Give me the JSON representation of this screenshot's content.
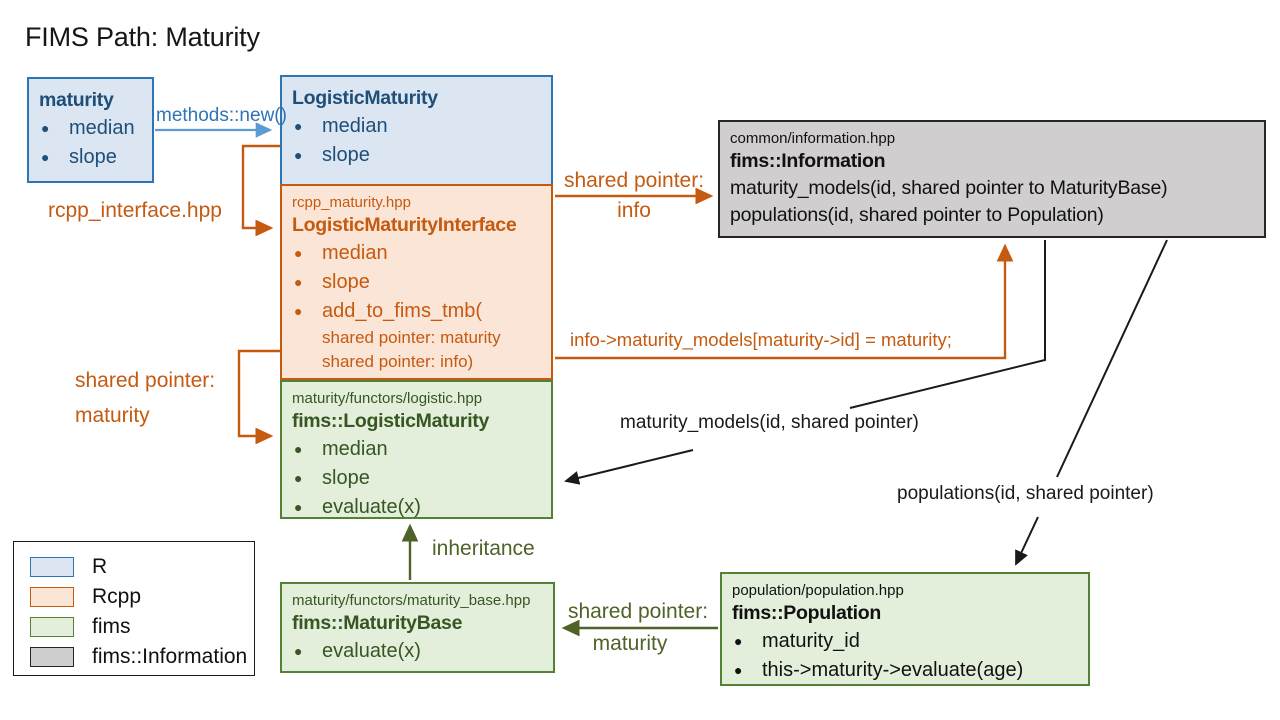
{
  "title": "FIMS Path: Maturity",
  "colors": {
    "r_fill": "#dbe6f2",
    "r_border": "#2e75b6",
    "r_text": "#1f4e79",
    "rcpp_fill": "#fbe5d6",
    "rcpp_border": "#c55a11",
    "rcpp_text": "#c55a11",
    "fims_fill": "#e3efda",
    "fims_border": "#538135",
    "fims_text": "#375623",
    "information_fill": "#d0cece",
    "information_border": "#262626",
    "blue_arrow": "#5b9bd5",
    "orange_arrow": "#c55a11",
    "green_arrow": "#4f6228",
    "black_arrow": "#1a1a1a"
  },
  "boxes": {
    "maturity": {
      "title": "maturity",
      "bullets": [
        "median",
        "slope"
      ]
    },
    "logistic_maturity": {
      "title": "LogisticMaturity",
      "bullets": [
        "median",
        "slope"
      ]
    },
    "interface": {
      "file": "rcpp_maturity.hpp",
      "title": "LogisticMaturityInterface",
      "bullets": [
        "median",
        "slope",
        "add_to_fims_tmb("
      ],
      "subs": [
        "shared pointer: maturity",
        "shared pointer: info)"
      ]
    },
    "fims_logistic": {
      "file": "maturity/functors/logistic.hpp",
      "title": "fims::LogisticMaturity",
      "bullets": [
        "median",
        "slope",
        "evaluate(x)"
      ]
    },
    "information": {
      "file": "common/information.hpp",
      "title": "fims::Information",
      "lines": [
        "maturity_models(id, shared pointer to MaturityBase)",
        "populations(id, shared pointer to Population)"
      ]
    },
    "maturity_base": {
      "file": "maturity/functors/maturity_base.hpp",
      "title": "fims::MaturityBase",
      "bullets": [
        "evaluate(x)"
      ]
    },
    "population": {
      "file": "population/population.hpp",
      "title": "fims::Population",
      "bullets": [
        "maturity_id",
        "this->maturity->evaluate(age)"
      ]
    }
  },
  "labels": {
    "methods_new": "methods::new()",
    "rcpp_interface": "rcpp_interface.hpp",
    "sp_info_line1": "shared pointer:",
    "sp_info_line2": "info",
    "info_assign": "info->maturity_models[maturity->id] = maturity;",
    "sp_maturity_line1": "shared pointer:",
    "sp_maturity_line2": "maturity",
    "maturity_models_call": "maturity_models(id, shared pointer)",
    "populations_call": "populations(id, shared pointer)",
    "inheritance": "inheritance",
    "sp_maturity_green_line1": "shared pointer:",
    "sp_maturity_green_line2": "maturity"
  },
  "legend": {
    "items": [
      {
        "label": "R",
        "fill": "#dbe6f2",
        "border": "#2e75b6"
      },
      {
        "label": "Rcpp",
        "fill": "#fbe5d6",
        "border": "#c55a11"
      },
      {
        "label": "fims",
        "fill": "#e3efda",
        "border": "#538135"
      },
      {
        "label": "fims::Information",
        "fill": "#d0cece",
        "border": "#262626"
      }
    ]
  }
}
